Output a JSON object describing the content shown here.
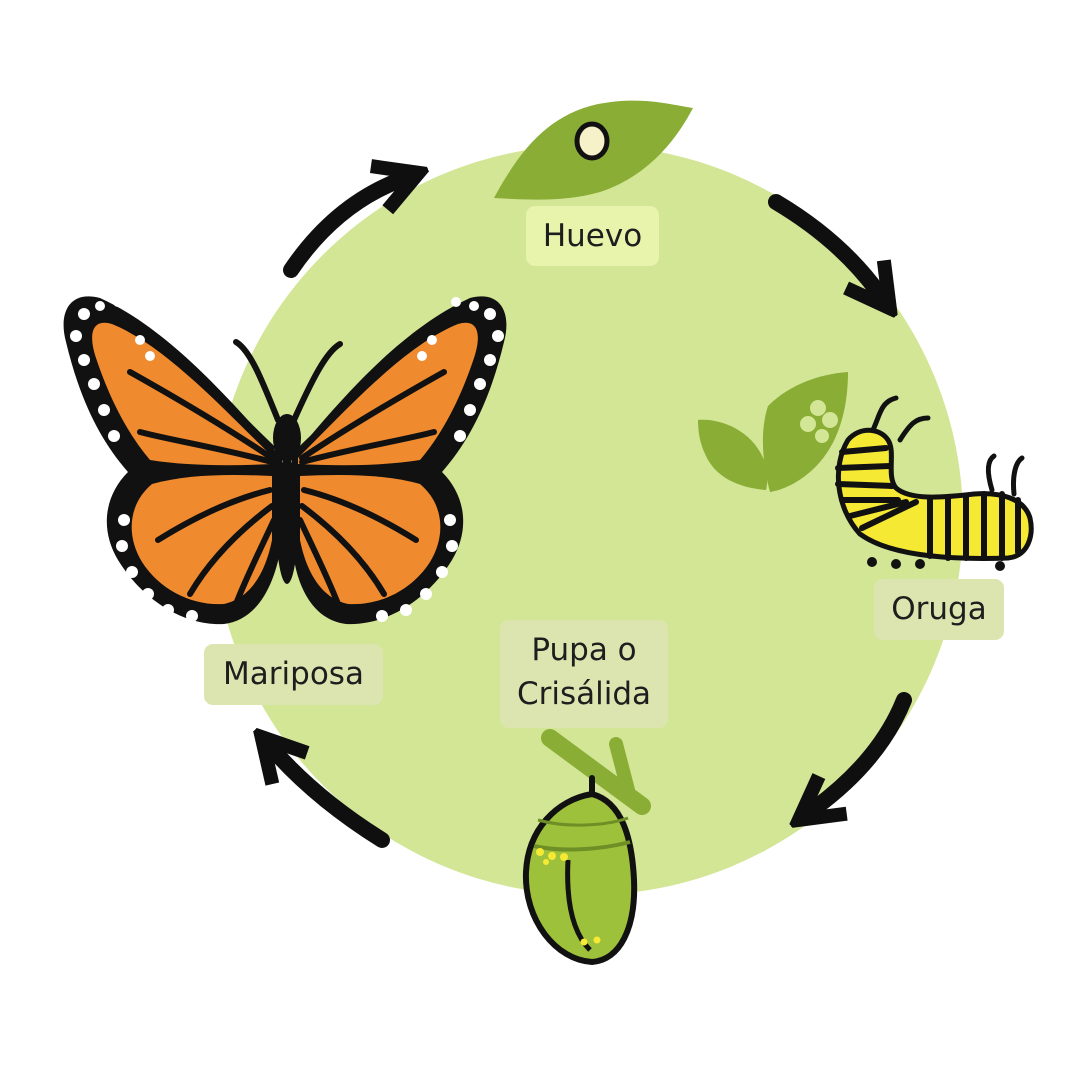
{
  "diagram": {
    "stages": [
      {
        "id": "egg",
        "label": "Huevo"
      },
      {
        "id": "caterpillar",
        "label": "Oruga"
      },
      {
        "id": "pupa",
        "label_lines": [
          "Pupa o",
          "Crisálida"
        ]
      },
      {
        "id": "butterfly",
        "label": "Mariposa"
      }
    ]
  },
  "colors": {
    "circle": "#d2e696",
    "arrow": "#0f0f0f",
    "leaf": "#8aad36",
    "leaf_light": "#a5c348",
    "egg": "#f7f1c9",
    "caterpillar_yellow": "#f6e934",
    "chrysalis": "#9ec13b",
    "chrysalis_dark": "#6e8e26",
    "wing_orange": "#f08a2f",
    "label_huevo": "#e8f3ac",
    "label_other": "#dce5b0"
  },
  "icons": [
    "egg-on-leaf-icon",
    "caterpillar-icon",
    "chrysalis-icon",
    "monarch-butterfly-icon",
    "cycle-arrow-icon"
  ]
}
